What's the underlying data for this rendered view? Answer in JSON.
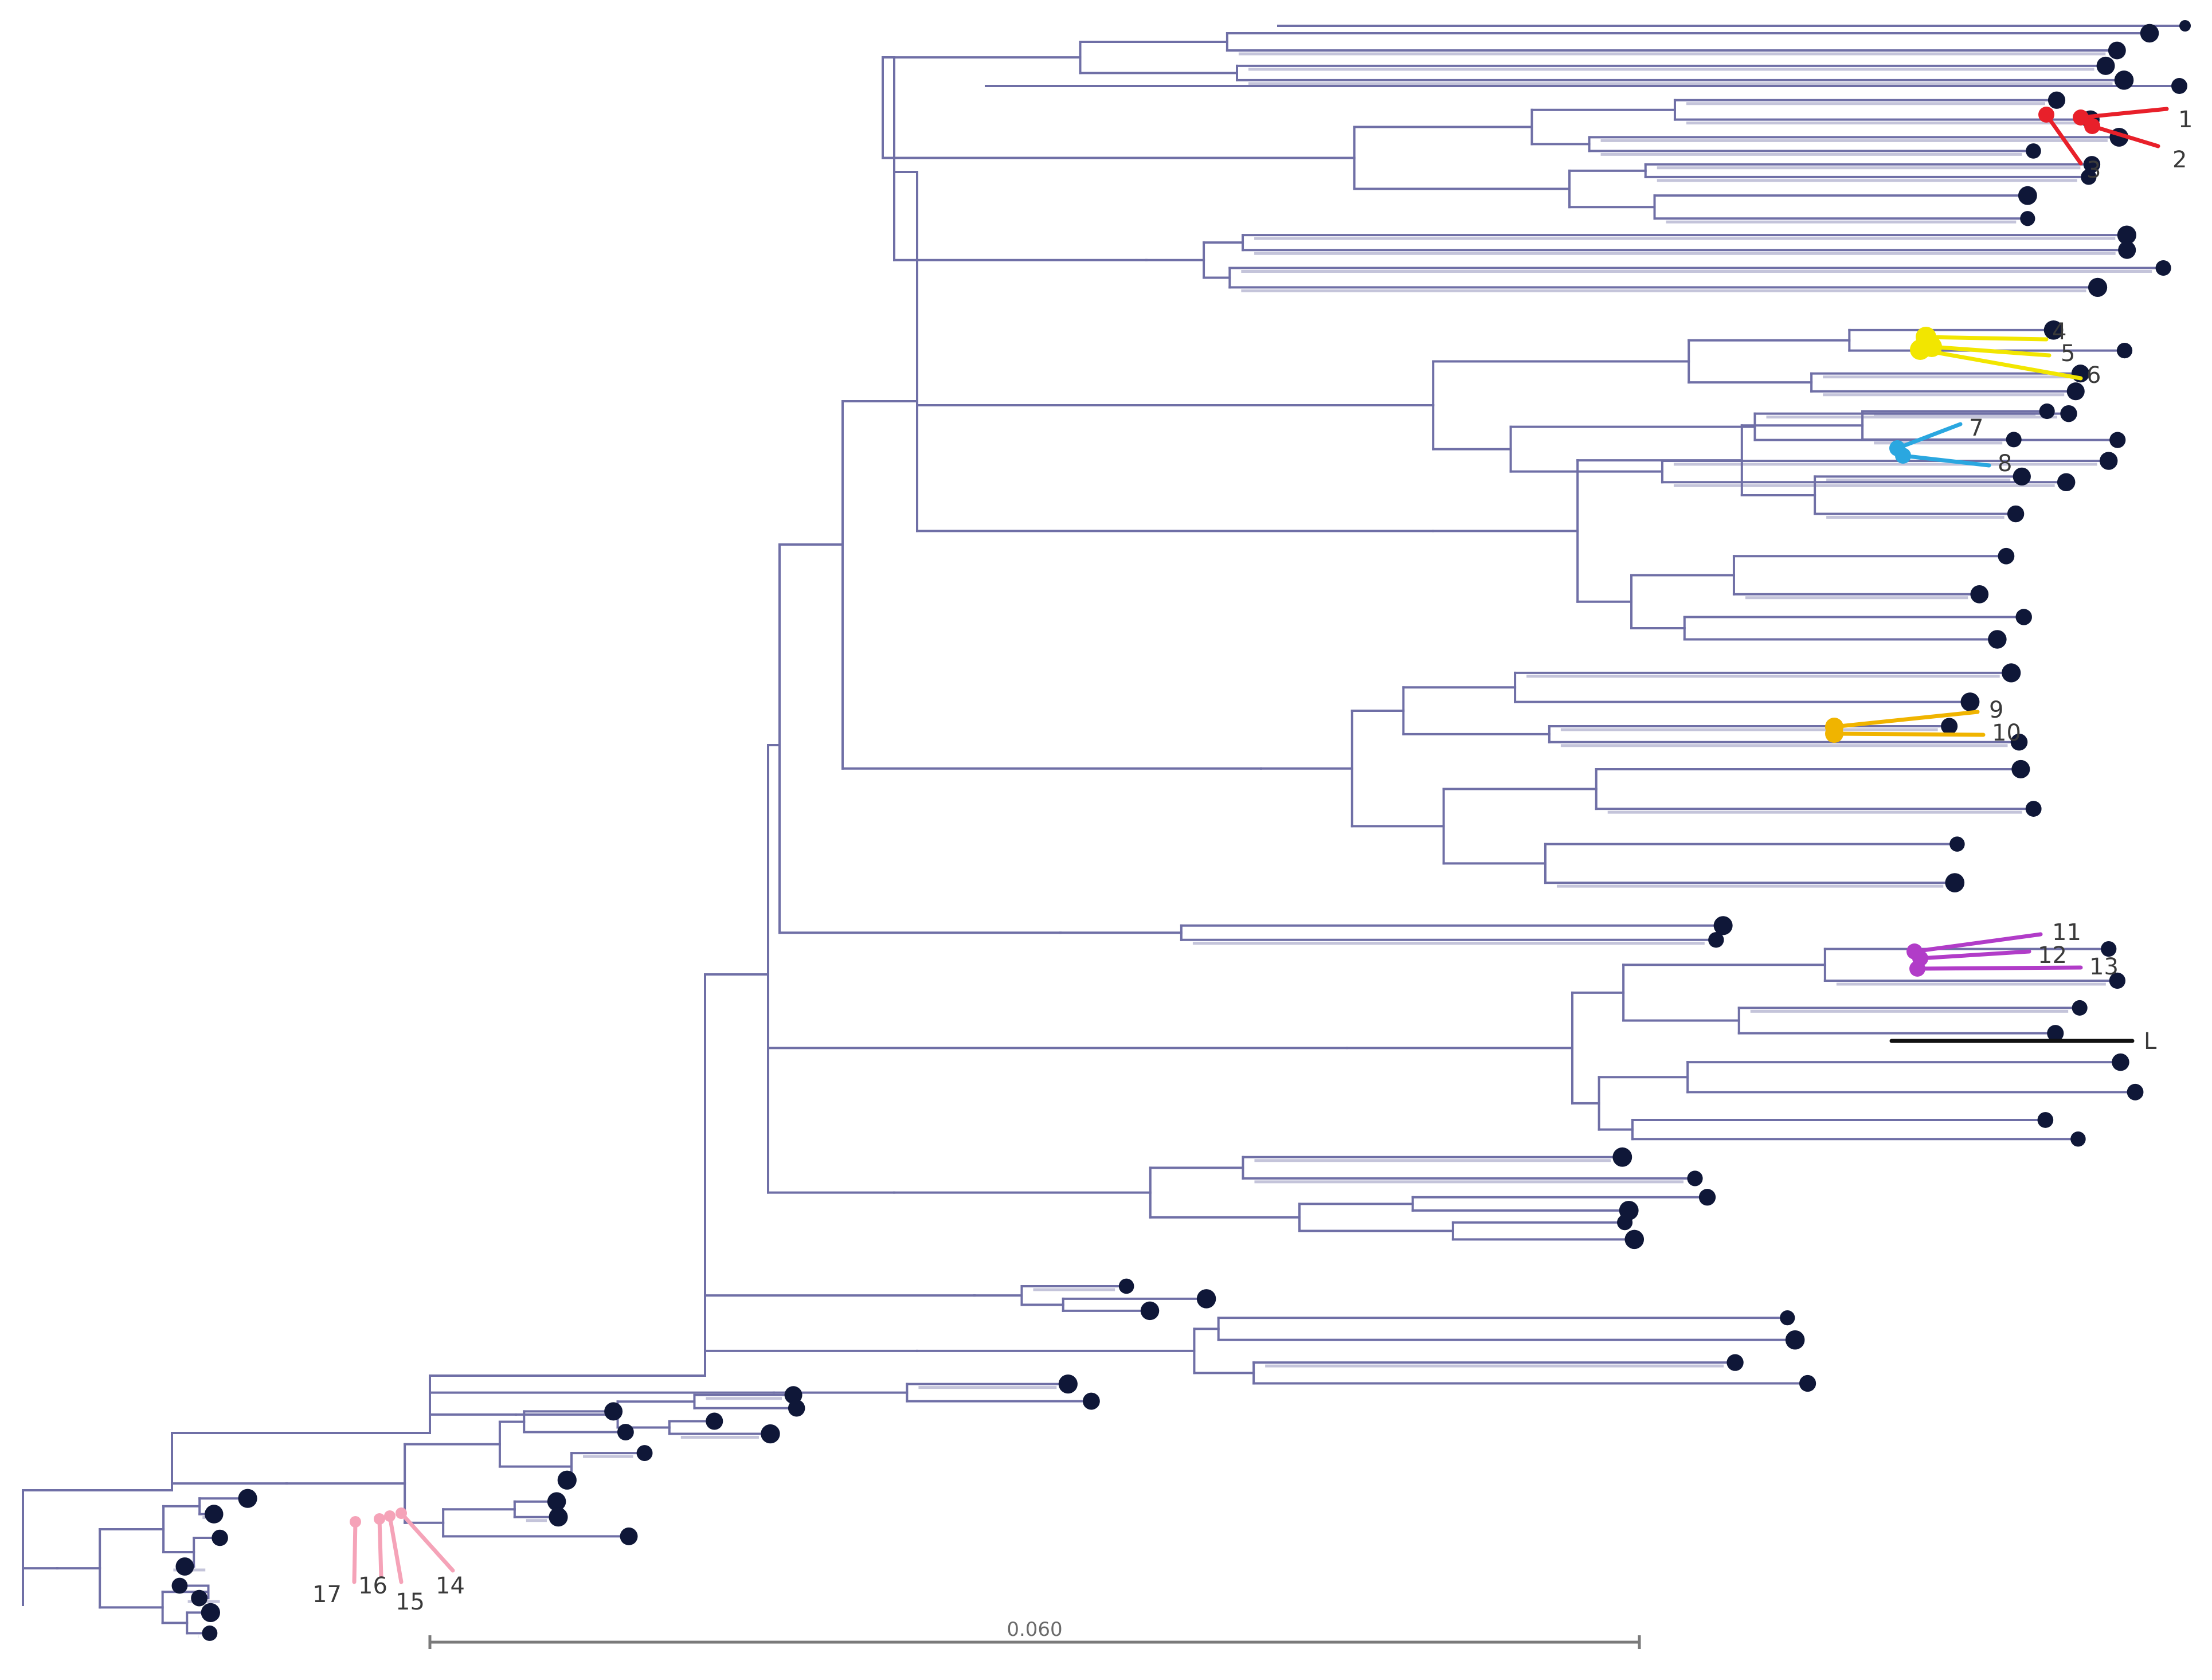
{
  "figure": {
    "type": "phylogenetic-tree",
    "layout": "rectangular",
    "branch_color": "#6f6fa6",
    "tip_color": "#0f1738"
  },
  "scale_bar": {
    "label": "0.060",
    "value": 0.06
  },
  "annotations": {
    "red": {
      "color": "#e8202a",
      "labels": [
        "1",
        "2",
        "3"
      ]
    },
    "yellow": {
      "color": "#f2e600",
      "labels": [
        "4",
        "5",
        "6"
      ]
    },
    "blue": {
      "color": "#2aa7e0",
      "labels": [
        "7",
        "8"
      ]
    },
    "orange": {
      "color": "#f0b400",
      "labels": [
        "9",
        "10"
      ]
    },
    "purple": {
      "color": "#b13cc8",
      "labels": [
        "11",
        "12",
        "13"
      ]
    },
    "black": {
      "color": "#111111",
      "labels": [
        "L"
      ]
    },
    "pink": {
      "color": "#f5a3b8",
      "labels": [
        "14",
        "15",
        "16",
        "17"
      ]
    }
  }
}
